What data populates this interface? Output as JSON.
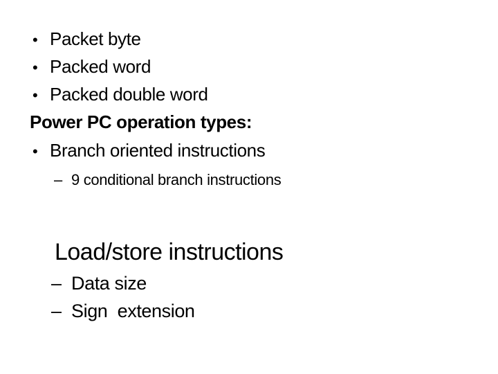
{
  "slide": {
    "background_color": "#ffffff",
    "text_color": "#000000",
    "lines": [
      {
        "marker": "•",
        "text": "Packet byte"
      },
      {
        "marker": "•",
        "text": "Packed word"
      },
      {
        "marker": "•",
        "text": "Packed double word"
      },
      {
        "marker": "",
        "text": "Power PC operation types:"
      },
      {
        "marker": "•",
        "text": "Branch oriented instructions"
      },
      {
        "marker": "–",
        "text": "9 conditional branch instructions"
      },
      {
        "marker": "",
        "text": "Load/store instructions"
      },
      {
        "marker": "–",
        "text": "Data size"
      },
      {
        "marker": "–",
        "text": "Sign  extension"
      }
    ]
  }
}
